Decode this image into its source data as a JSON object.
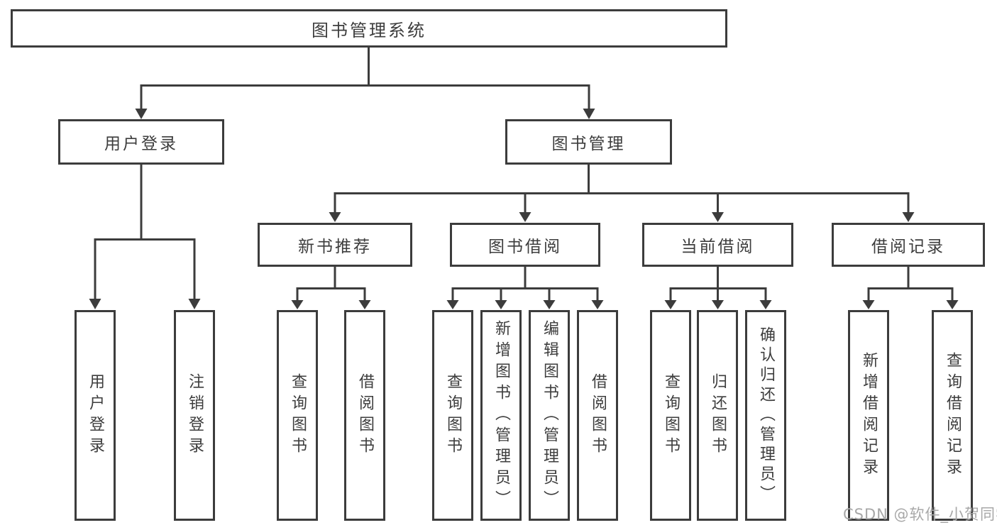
{
  "watermark": "CSDN @软件_小贺同学",
  "colors": {
    "line": "#3c3c3c",
    "text": "#3d3d3d",
    "background": "#ffffff",
    "watermark": "#a8a8a8"
  },
  "tree": {
    "root": "图书管理系统",
    "children": [
      {
        "label": "用户登录",
        "children": [
          {
            "label": "用户登录"
          },
          {
            "label": "注销登录"
          }
        ]
      },
      {
        "label": "图书管理",
        "children": [
          {
            "label": "新书推荐",
            "children": [
              {
                "label": "查询图书"
              },
              {
                "label": "借阅图书"
              }
            ]
          },
          {
            "label": "图书借阅",
            "children": [
              {
                "label": "查询图书"
              },
              {
                "label": "新增图书（管理员）"
              },
              {
                "label": "编辑图书（管理员）"
              },
              {
                "label": "借阅图书"
              }
            ]
          },
          {
            "label": "当前借阅",
            "children": [
              {
                "label": "查询图书"
              },
              {
                "label": "归还图书"
              },
              {
                "label": "确认归还（管理员）"
              }
            ]
          },
          {
            "label": "借阅记录",
            "children": [
              {
                "label": "新增借阅记录"
              },
              {
                "label": "查询借阅记录"
              }
            ]
          }
        ]
      }
    ]
  }
}
